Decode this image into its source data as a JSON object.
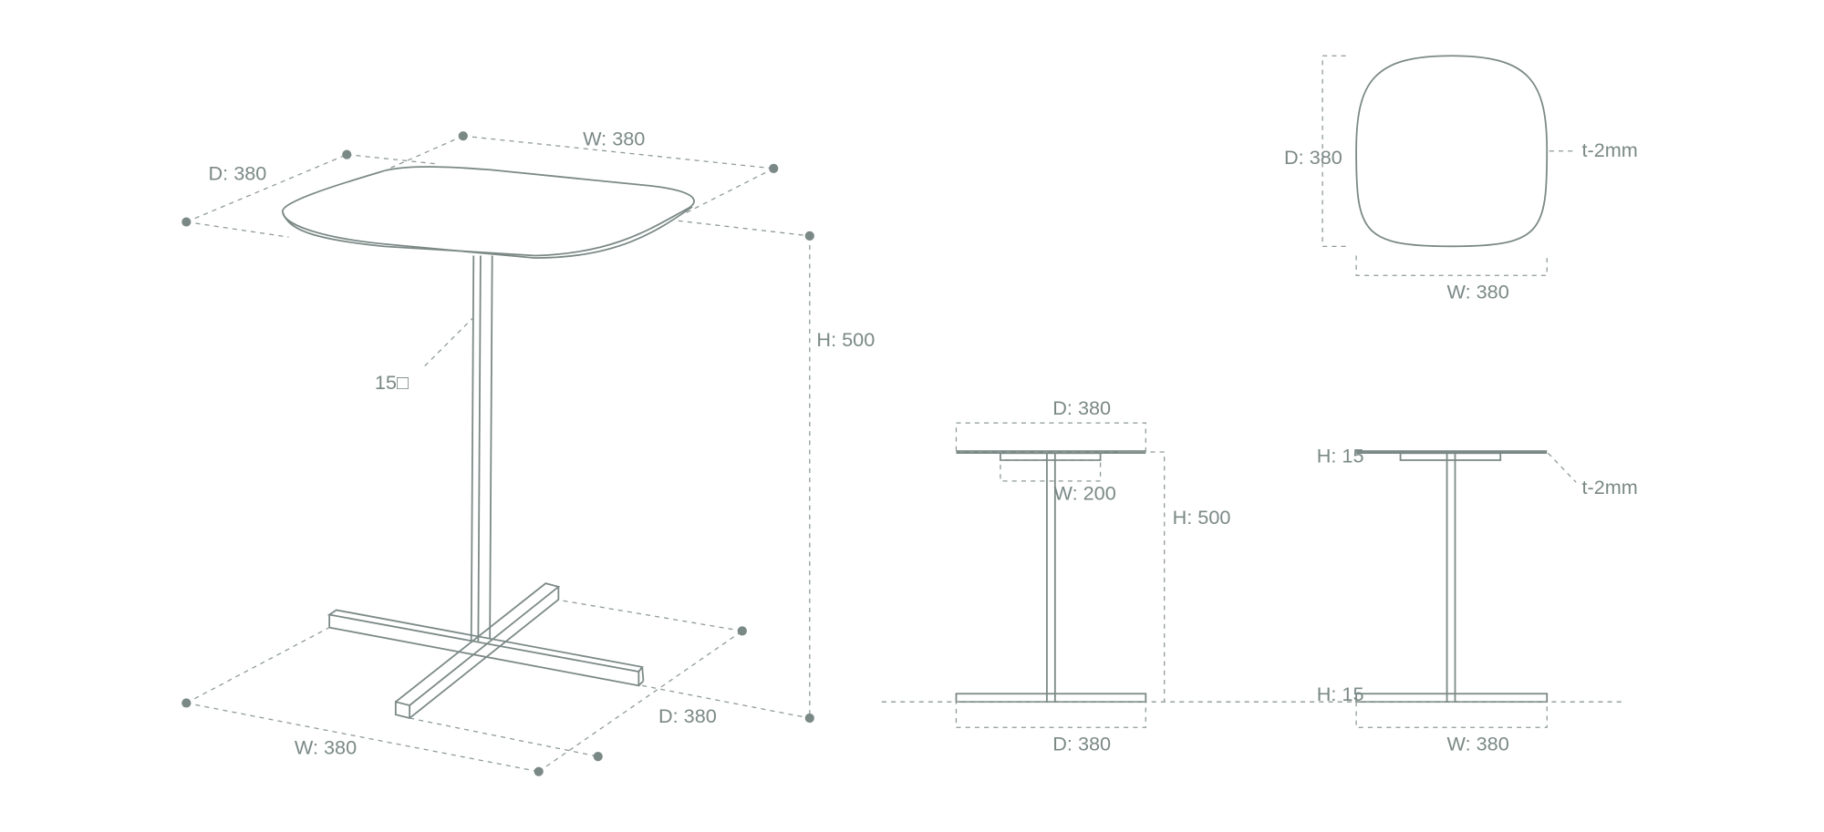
{
  "colors": {
    "line": "#7b8986",
    "background": "#ffffff"
  },
  "isometric_view": {
    "top_depth": "D: 380",
    "top_width": "W: 380",
    "height": "H: 500",
    "pole_size": "15□",
    "base_width": "W: 380",
    "base_depth": "D: 380"
  },
  "top_view": {
    "depth": "D: 380",
    "width": "W: 380",
    "thickness": "t-2mm"
  },
  "side_view_depth": {
    "top_depth": "D: 380",
    "bracket_width": "W: 200",
    "height": "H: 500",
    "base_depth": "D: 380"
  },
  "side_view_width": {
    "top_height": "H: 15",
    "base_height": "H: 15",
    "thickness": "t-2mm",
    "base_width": "W: 380"
  }
}
